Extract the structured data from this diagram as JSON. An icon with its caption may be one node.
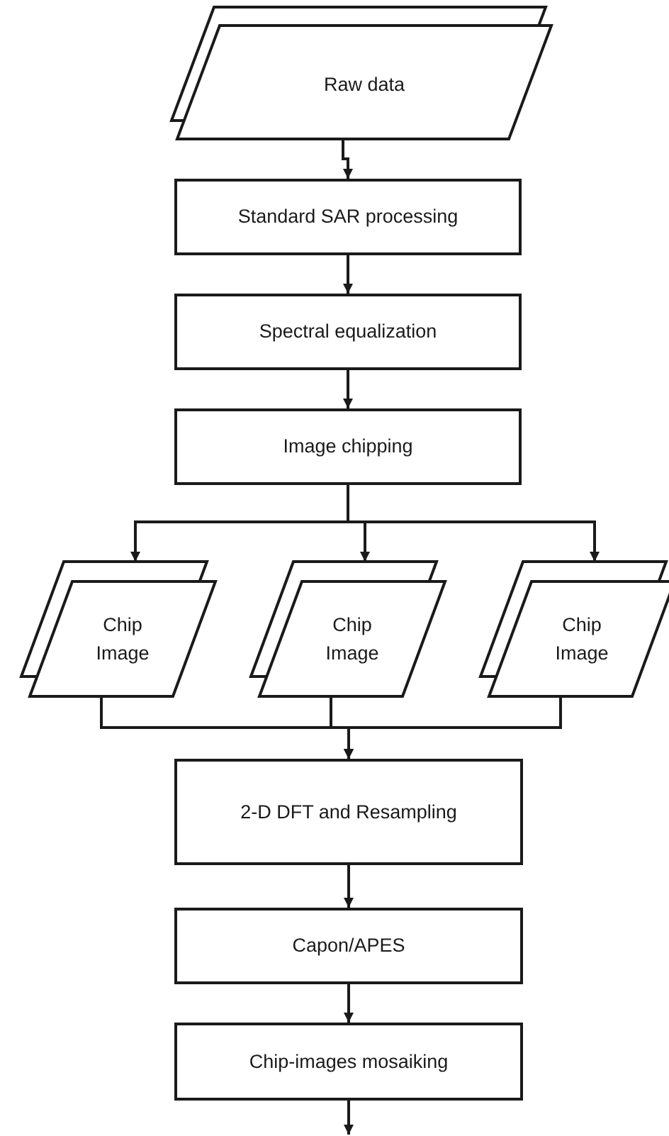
{
  "diagram": {
    "nodes": [
      {
        "text": [
          "Raw data"
        ]
      },
      {
        "text": [
          "Standard SAR processing"
        ]
      },
      {
        "text": [
          "Spectral equalization"
        ]
      },
      {
        "text": [
          "Image chipping"
        ]
      },
      {
        "text": [
          "Chip Image"
        ]
      },
      {
        "text": [
          "Chip Image"
        ]
      },
      {
        "text": [
          "Chip Image"
        ]
      },
      {
        "text": [
          "2-D DFT and Resampling"
        ]
      },
      {
        "text": [
          "Capon/APES"
        ]
      },
      {
        "text": [
          "Chip-images mosaiking"
        ]
      }
    ],
    "edges": [
      {
        "from": 0,
        "to": 1,
        "arrow": "to"
      },
      {
        "from": 1,
        "to": 2,
        "arrow": "to"
      },
      {
        "from": 2,
        "to": 3,
        "arrow": "to"
      },
      {
        "from": 3,
        "to": 4,
        "arrow": "to"
      },
      {
        "from": 3,
        "to": 5,
        "arrow": "to"
      },
      {
        "from": 3,
        "to": 6,
        "arrow": "to"
      },
      {
        "from": 4,
        "to": 7,
        "arrow": "to"
      },
      {
        "from": 5,
        "to": 7,
        "arrow": "to"
      },
      {
        "from": 6,
        "to": 7,
        "arrow": "to"
      },
      {
        "from": 7,
        "to": 8,
        "arrow": "to"
      },
      {
        "from": 8,
        "to": 9,
        "arrow": "to"
      },
      {
        "from": 9,
        "to": null,
        "arrow": "to"
      }
    ]
  }
}
